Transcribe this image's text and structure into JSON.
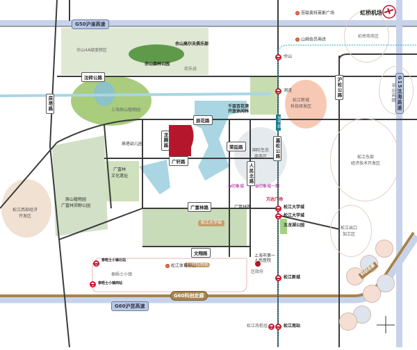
{
  "map": {
    "highways": {
      "g50": "G50沪渝高速",
      "g60": "G60沪昆高速",
      "g15": "G15沈海高速",
      "corridor": "G60科创走廊",
      "corridor_diag": "科创走廊"
    },
    "roads": {
      "shenzhuan": "沈砖公路",
      "chenta": "辰塔路",
      "husong": "沪松公路",
      "chenhua": "辰花路",
      "longteng": "龙腾路",
      "guangxuan": "广轩路",
      "rongting": "荣廷路",
      "renminbei": "人民北路",
      "jiasong": "嘉松公路",
      "guangfulin": "广富林路",
      "wenxiang": "文翔路",
      "line9": "9号线",
      "tram": "T1现代有轨"
    },
    "places": {
      "sheshan_resort": "佘山4A级度假区",
      "sheshan_forest": "佘山森林公园",
      "golf": "佘山高尔夫俱乐部",
      "happy_valley": "欢乐谷",
      "chenshan_garden": "上海辰山植物园",
      "outlets": "百联奥特莱斯广场",
      "hongqiao_airport": "虹桥机场",
      "hongqiao_cbd": "虹桥商务区",
      "sams": "山姆会员商店",
      "sheshan_station": "佘山",
      "dongjing_station": "洞泾",
      "xinzhuang": "莘庄商圈",
      "songjiang_tech_1": "松江新城",
      "songjiang_tech_2": "科技研发区",
      "flower_forest_1": "千亩百花港",
      "flower_forest_2": "开放休闲林",
      "eco_business_1": "国际生态",
      "eco_business_2": "商务区",
      "guangfulin_site_1": "广富林",
      "guangfulin_site_2": "文化遗址",
      "country_park_1": "辰山植物园",
      "country_park_2": "广富林郊野公园",
      "west_dev_1": "松江西部经济",
      "west_dev_2": "开发区",
      "east_dev_1": "松江东部",
      "east_dev_2": "经济技术开发区",
      "export_zone_1": "松江出口",
      "export_zone_2": "加工区",
      "incity": "印象城",
      "incity_1": "印象城一期",
      "wanda": "万达广场",
      "univ_station_1": "松江大学城",
      "univ_station_2": "松江大学城",
      "univ_town": "松江大学城",
      "wulonghu": "五龙湖公园",
      "thames_north": "泰晤士小镇北站",
      "thames_town": "泰晤士小镇",
      "thames_west": "泰晤士小镇西站",
      "hospital_1": "上海市第一",
      "hospital_2": "人民医院",
      "district_gov": "区政府",
      "songjiang_newcity_station": "松江新城",
      "south_station": "松江南站",
      "south_hub": "松江南枢纽",
      "guangfulin_road_station": "广富林路",
      "kindergarten": "辰塔幼儿园",
      "songjiang_sports": "松江体育中心"
    },
    "colors": {
      "project": "#b5162b",
      "metro": "#c8172c",
      "highway": "#b9c9e3",
      "corridor": "#a8834f",
      "water": "#a9d6e2",
      "green": "#9cc07c"
    }
  }
}
